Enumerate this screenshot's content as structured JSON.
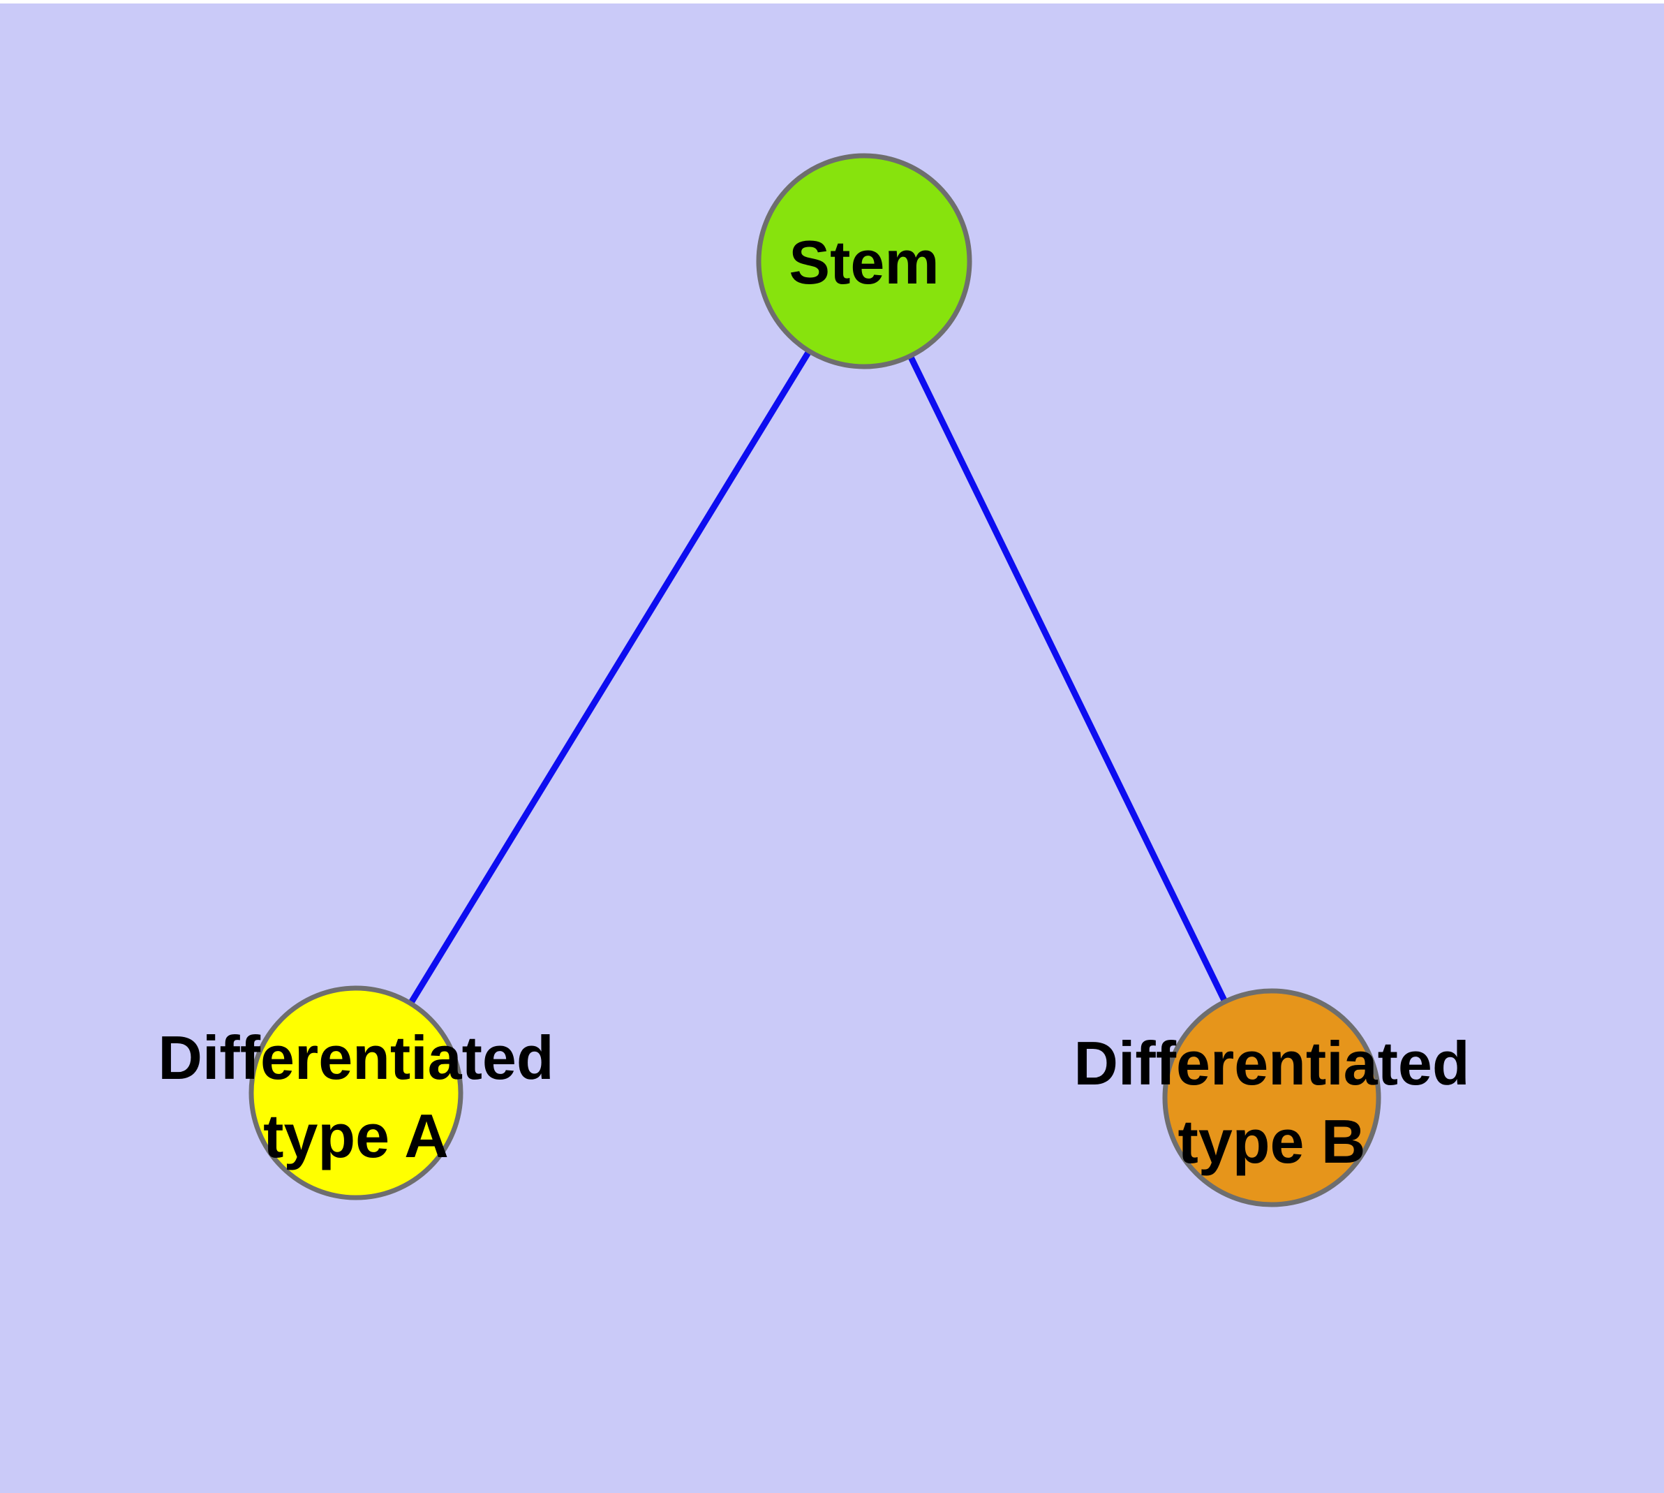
{
  "diagram": {
    "background_color": "#cacaf8",
    "top_margin_color": "#ffffff",
    "edge_color": "#0d0df0",
    "node_border_color": "#6e6e6e",
    "label_color": "#000000",
    "nodes": [
      {
        "id": "stem",
        "label": "Stem",
        "fill": "#87e30d"
      },
      {
        "id": "differentiated-type-a",
        "label": "Differentiated\ntype A",
        "fill": "#ffff00"
      },
      {
        "id": "differentiated-type-b",
        "label": "Differentiated\ntype B",
        "fill": "#e6951b"
      }
    ],
    "edges": [
      {
        "from": "Stem",
        "to": "Differentiated type A"
      },
      {
        "from": "Stem",
        "to": "Differentiated type B"
      }
    ]
  }
}
